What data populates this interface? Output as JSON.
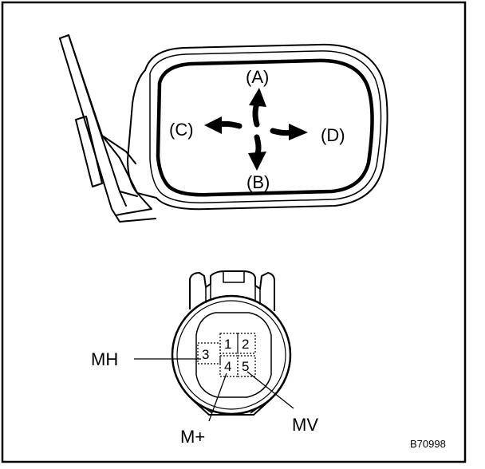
{
  "mirror": {
    "directions": {
      "up": "(A)",
      "down": "(B)",
      "left": "(C)",
      "right": "(D)"
    }
  },
  "connector": {
    "pins": [
      "1",
      "2",
      "3",
      "4",
      "5"
    ],
    "callouts": {
      "mh": "MH",
      "mplus": "M+",
      "mv": "MV"
    }
  },
  "figure_code": "B70998"
}
